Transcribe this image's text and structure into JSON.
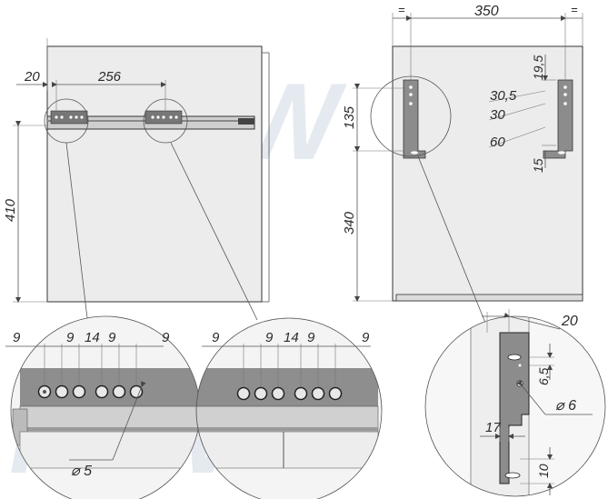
{
  "watermark": "MAW",
  "left_view": {
    "dim_offset": "20",
    "dim_spacing": "256",
    "dim_height": "410"
  },
  "right_view": {
    "dim_top": "=",
    "dim_width": "350",
    "dim_top_right": "=",
    "dim_19_5": "19,5",
    "dim_30_5": "30,5",
    "dim_30": "30",
    "dim_60": "60",
    "dim_15": "15",
    "dim_135": "135",
    "dim_340": "340"
  },
  "detail_left": {
    "d1": "9",
    "d2": "9",
    "d3": "14",
    "d4": "9",
    "d5": "9",
    "diameter": "⌀ 5"
  },
  "detail_middle": {
    "d1": "9",
    "d2": "9",
    "d3": "14",
    "d4": "9",
    "d5": "9"
  },
  "detail_right": {
    "dim_20": "20",
    "dim_6_5": "6,5",
    "diameter": "⌀ 6",
    "dim_17": "17",
    "dim_10": "10"
  }
}
